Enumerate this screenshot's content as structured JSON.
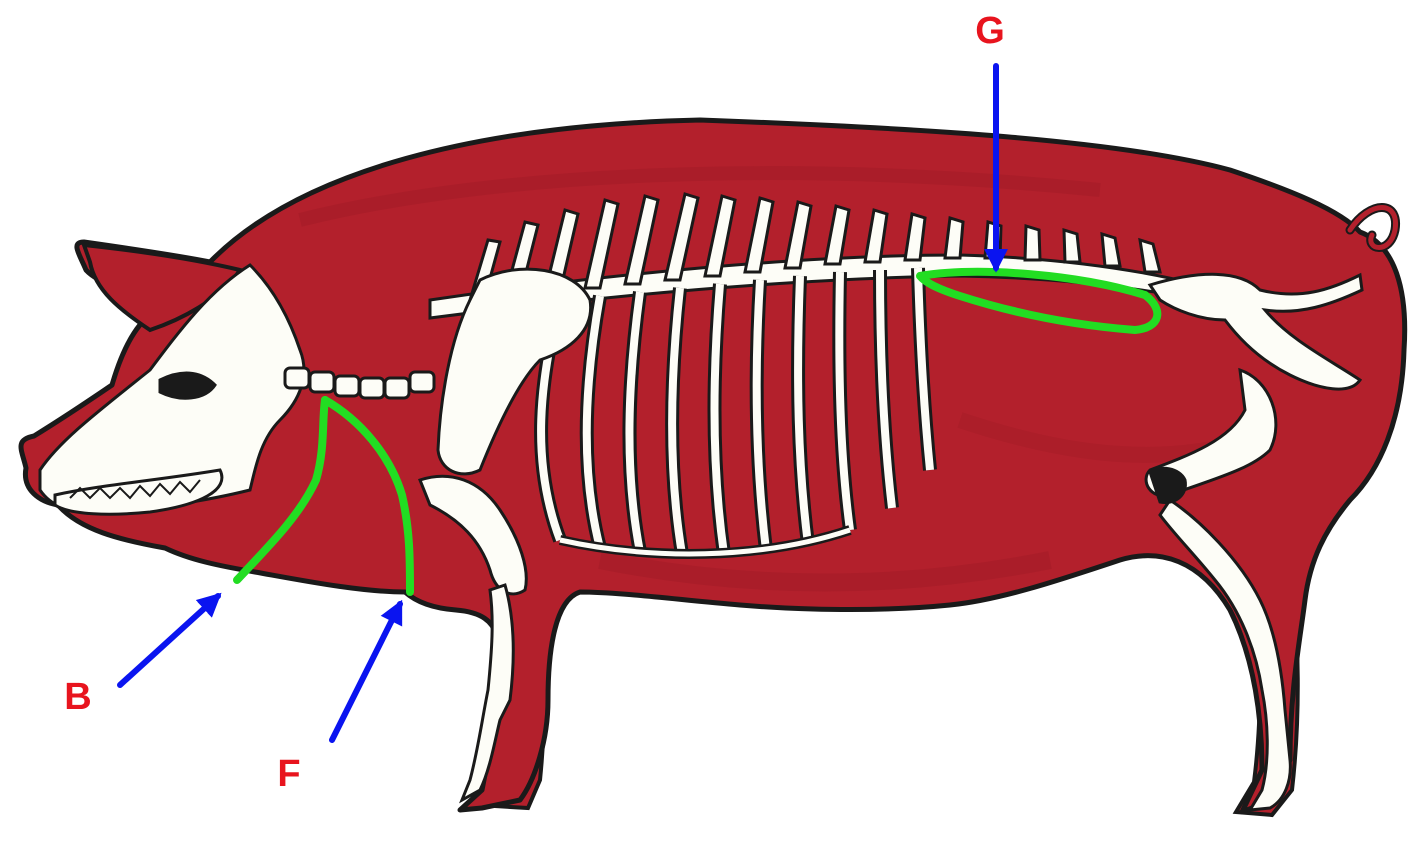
{
  "colors": {
    "background": "#ffffff",
    "body_fill": "#b3202c",
    "body_shade": "#9c1a25",
    "outline": "#1a1a1a",
    "bone": "#fdfdf7",
    "highlight": "#22dd22",
    "arrow": "#0a14f0",
    "label": "#e8141e"
  },
  "labels": {
    "b": "B",
    "f": "F",
    "g": "G"
  },
  "icons": {
    "animal": "pig-skeleton-illustration",
    "pointer": "arrow-icon"
  }
}
